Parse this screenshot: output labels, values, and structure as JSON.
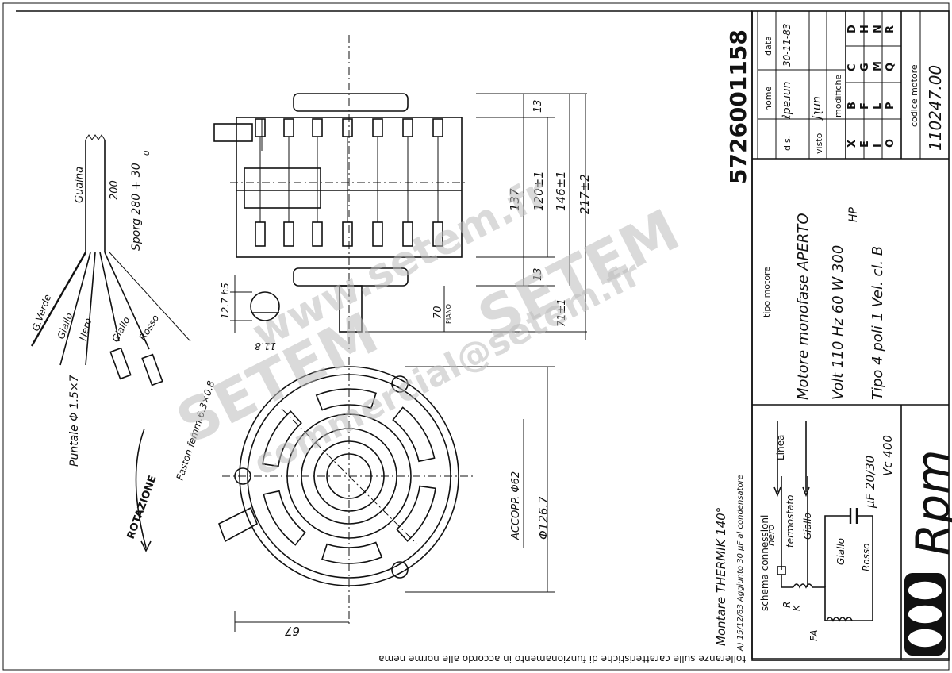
{
  "drawing_number": "5726001158",
  "title_block": {
    "nome_label": "nome",
    "data_label": "data",
    "dis_label": "dis.",
    "dis_date": "30-11-83",
    "visto_label": "visto",
    "modifiche_label": "modifiche",
    "modifiche_letters": [
      "X",
      "B",
      "C",
      "D",
      "E",
      "F",
      "G",
      "H",
      "I",
      "L",
      "M",
      "N",
      "O",
      "P",
      "Q",
      "R"
    ],
    "codice_motore_label": "codice motore",
    "codice_motore": "110247.00"
  },
  "tipo_motore": {
    "label": "tipo motore",
    "line1": "Motore monofase  APERTO",
    "line2": "Volt 110   Hz 60   W 300",
    "line2_unit": "HP",
    "line3": "Tipo 4 poli 1 Vel.   cl. B"
  },
  "schema": {
    "title": "schema  connessioni",
    "linea": "Linea",
    "nero": "nero",
    "termostato": "termostato",
    "giallo1": "Giallo",
    "giallo2": "Giallo",
    "rosso": "Rosso",
    "capacitor": "µF 20/30",
    "vc": "Vc 400",
    "k": "K",
    "r": "R",
    "fa": "FA"
  },
  "brand": "Rpm",
  "notes": {
    "montare": "Montare  THERMIK 140°",
    "aggiunto": "A) 15/12/83   Aggiunto 30 µF al condensatore",
    "tolleranze": "tolleranze sulle caratteristiche di funzionamento in accordo alle norme nema"
  },
  "dimensions": {
    "d13_top": "13",
    "d137": "137",
    "d120": "120±1",
    "d146": "146±1",
    "d217": "217±2",
    "d13_bot": "13",
    "d70": "70",
    "piano": "PIANO",
    "d71": "71±1",
    "shaft_dia": "12.7 h5",
    "flat": "11.8",
    "accopp": "ACCOPP. Φ62",
    "dia126": "Φ126.7",
    "d67": "67"
  },
  "wiring": {
    "guaina": "Guaina",
    "d200": "200",
    "sporg": "Sporg 280 + 30",
    "sporg_tol": "0",
    "gverde": "G.Verde",
    "giallo": "Giallo",
    "nero": "Nero",
    "giallo2": "Giallo",
    "rosso": "Rosso",
    "puntale": "Puntale Φ 1.5×7",
    "faston": "Faston femm.6.3×0.8",
    "rotazione": "ROTAZIONE"
  },
  "watermarks": [
    "www.setem.fr",
    "SETEM",
    "SETEM",
    "commercial@setem.fr"
  ]
}
